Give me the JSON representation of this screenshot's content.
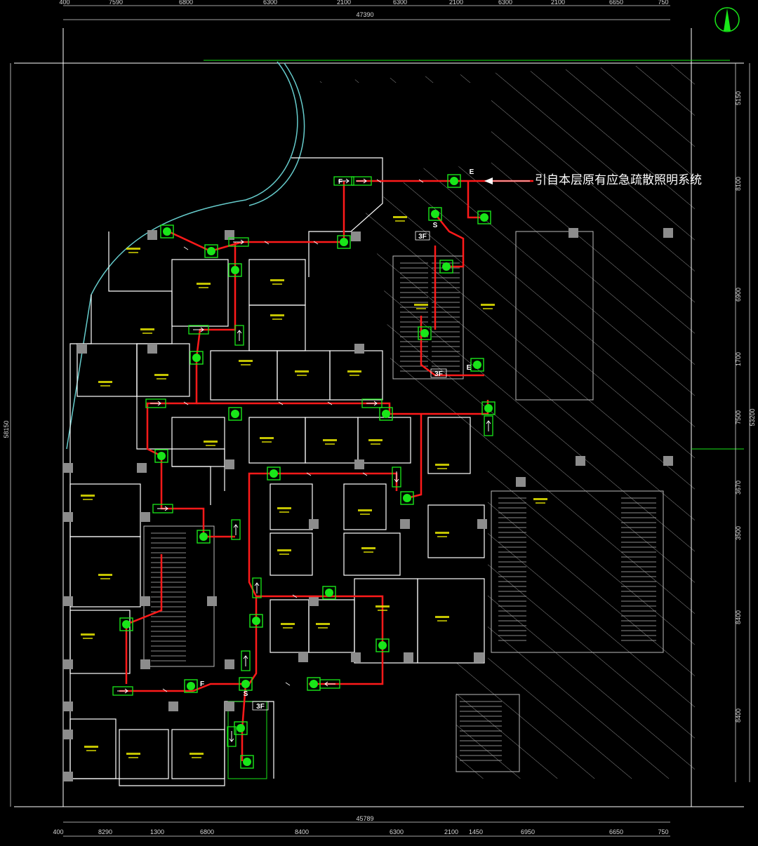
{
  "annotation": "引自本层原有应急疏散照明系统",
  "dimensions_top": {
    "segments": [
      "400",
      "7590",
      "6800",
      "6300",
      "2100",
      "6300",
      "2100",
      "6300",
      "2100",
      "6650",
      "750"
    ],
    "total": "47390"
  },
  "dimensions_bottom": {
    "segments": [
      "400",
      "8290",
      "1300",
      "6800",
      "8400",
      "6300",
      "2100",
      "1450",
      "6950",
      "6650",
      "750"
    ],
    "total": "45789"
  },
  "dimensions_left": {
    "total": "58150"
  },
  "dimensions_right": {
    "segments": [
      "5150",
      "8100",
      "6900",
      "1700",
      "7500",
      "3670",
      "3500",
      "8400",
      "8400"
    ],
    "total": "53200"
  },
  "floor_tags": [
    "3F",
    "3F",
    "3F"
  ],
  "marker_letters": [
    "S",
    "S",
    "E",
    "E",
    "F",
    "F"
  ],
  "colors": {
    "background": "#000000",
    "wall": "#ffffff",
    "wiring": "#ff1a1a",
    "fixture_fill": "#19e619",
    "fixture_frame": "#19e619",
    "dimension": "#d8d8d8",
    "hatch": "#9a9a9a",
    "curve": "#66cccc",
    "room_text": "#e6e600",
    "north_arrow": "#19e619"
  },
  "icons": {
    "fixture": "emergency-light-icon",
    "exit_sign": "exit-sign-arrow-icon",
    "north": "north-arrow-icon"
  }
}
